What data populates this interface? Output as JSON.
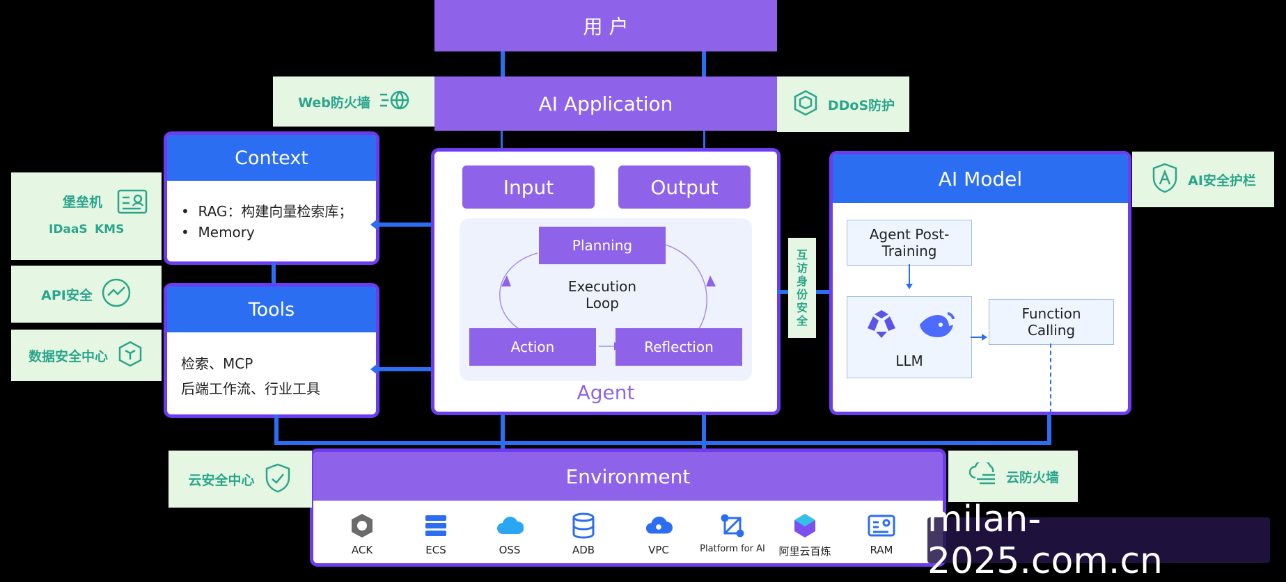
{
  "user": "用 户",
  "application": "AI Application",
  "web_firewall": "Web防火墙",
  "ddos": "DDoS防护",
  "context": {
    "title": "Context",
    "items": [
      "RAG：构建向量检索库；",
      "Memory"
    ]
  },
  "tools": {
    "title": "Tools",
    "lines": [
      "检索、MCP",
      "后端工作流、行业工具"
    ]
  },
  "bastion": "堡垒机",
  "idaas": "IDaaS",
  "kms": "KMS",
  "api_security": "API安全",
  "data_security": "数据安全中心",
  "agent": {
    "input": "Input",
    "output": "Output",
    "planning": "Planning",
    "loop_line1": "Execution",
    "loop_line2": "Loop",
    "action": "Action",
    "reflection": "Reflection",
    "label": "Agent"
  },
  "mutual_identity": [
    "互",
    "访",
    "身",
    "份",
    "安",
    "全"
  ],
  "ai_model": {
    "title": "AI Model",
    "post_training_line1": "Agent Post-",
    "post_training_line2": "Training",
    "llm": "LLM",
    "function_line1": "Function",
    "function_line2": "Calling"
  },
  "ai_guardrail": "AI安全护栏",
  "cloud_security": "云安全中心",
  "cloud_firewall": "云防火墙",
  "environment": {
    "title": "Environment",
    "services": [
      "ACK",
      "ECS",
      "OSS",
      "ADB",
      "VPC",
      "Platform for AI",
      "阿里云百炼",
      "RAM"
    ]
  },
  "watermark": "milan-2025.com.cn",
  "colors": {
    "purple": "#8e63ea",
    "blue": "#2b6ef2",
    "green_bg": "#e5f7e2",
    "green_text": "#2aa58c"
  }
}
